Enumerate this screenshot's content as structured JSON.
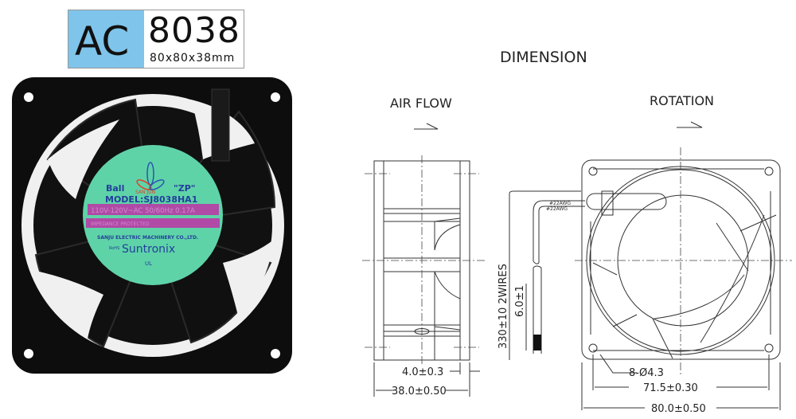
{
  "badge": {
    "prefix": "AC",
    "model": "8038",
    "size": "80x80x38mm",
    "prefix_bg": "#7fc4ea"
  },
  "fan_label": {
    "bearing": "Ball",
    "brand_logo": "SAN JUN",
    "code": "\"ZP\"",
    "model": "MODEL:SJ8038HA1",
    "rating": "110V-120V~AC  50/60Hz 0.17A",
    "protection": "IMPEDANCE PROTECTED",
    "maker": "SANJU ELECTRIC MACHINERY CO.,LTD.",
    "rohs": "RoHS",
    "brand": "Suntronix",
    "cert": "UL",
    "label_green": "#5fd3a8",
    "label_magenta": "#b04aa6"
  },
  "drawing": {
    "title": "DIMENSION",
    "side_view_title": "AIR FLOW",
    "front_view_title": "ROTATION",
    "wire_gauge_1": "#22AWG",
    "wire_gauge_2": "#22AWG",
    "wire_length": "330±10 2WIRES",
    "strip_length": "6.0±1",
    "flange_thickness": "4.0±0.3",
    "depth": "38.0±0.50",
    "holes": "8-Ø4.3",
    "hole_spacing": "71.5±0.30",
    "width": "80.0±0.50"
  }
}
